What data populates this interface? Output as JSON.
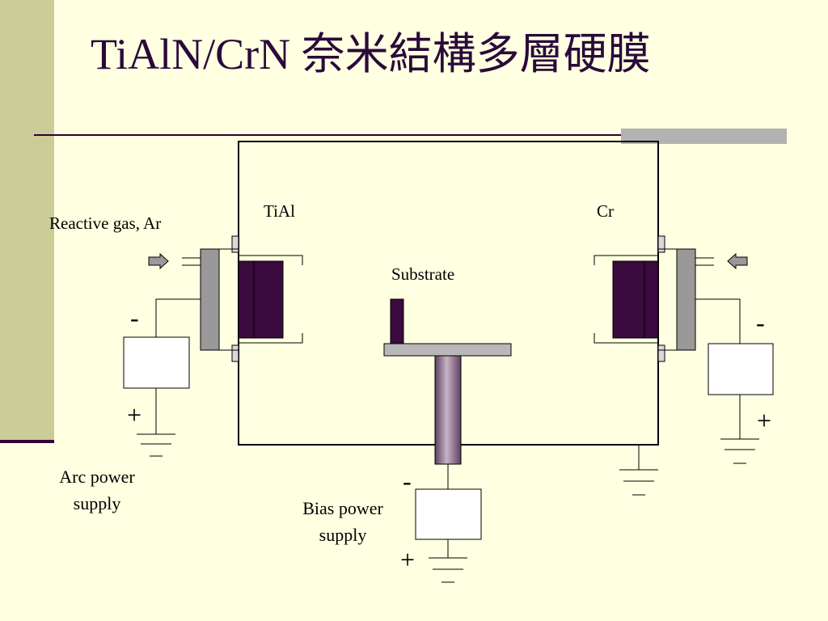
{
  "slide": {
    "title": "TiAlN/CrN 奈米結構多層硬膜"
  },
  "diagram": {
    "target_left": "TiAl",
    "target_right": "Cr",
    "substrate": "Substrate",
    "gas_label": "Reactive gas, Ar",
    "arc_supply": [
      "Arc power",
      "supply"
    ],
    "bias_supply": [
      "Bias power",
      "supply"
    ],
    "minus": "-",
    "plus": "+"
  },
  "colors": {
    "background": "#FFFFE1",
    "sidebar": "#CCCC99",
    "accent_dark": "#330033",
    "target": "#3A0A3E",
    "electrode": "#999999",
    "bias_rod": "#9A8099"
  },
  "icons": [
    "gas-inlet-arrow-icon",
    "ground-icon"
  ]
}
